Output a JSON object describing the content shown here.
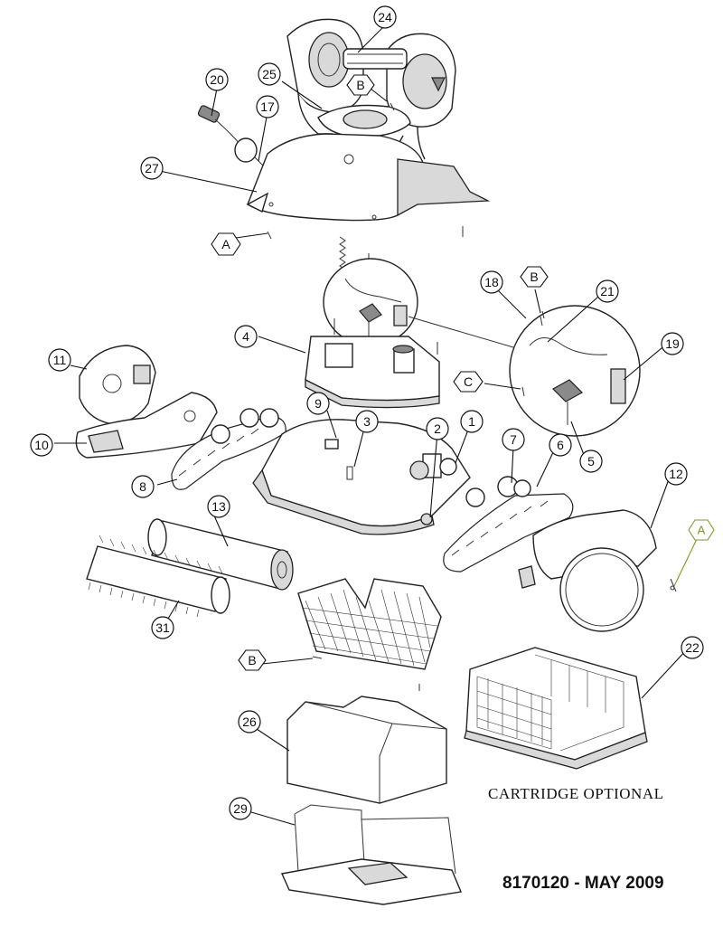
{
  "diagram": {
    "part_callouts": [
      "1",
      "2",
      "3",
      "4",
      "5",
      "6",
      "7",
      "8",
      "9",
      "10",
      "11",
      "12",
      "13",
      "17",
      "18",
      "19",
      "20",
      "21",
      "22",
      "24",
      "25",
      "26",
      "27",
      "29",
      "31"
    ],
    "hardware_callouts": [
      "A",
      "B",
      "C"
    ],
    "colors": {
      "ink": "#111111",
      "optional_callout": "#7a9a2a",
      "shading": "#d9d9d9"
    }
  },
  "labels": {
    "c24": "24",
    "c25": "25",
    "c20": "20",
    "c17": "17",
    "c27": "27",
    "c18": "18",
    "c21": "21",
    "c19": "19",
    "c4": "4",
    "c11": "11",
    "c10": "10",
    "c9": "9",
    "c3": "3",
    "c2": "2",
    "c1": "1",
    "c7": "7",
    "c6": "6",
    "c5": "5",
    "c12": "12",
    "c8": "8",
    "c13": "13",
    "c31": "31",
    "c22": "22",
    "c26": "26",
    "c29": "29",
    "hexA1": "A",
    "hexB1": "B",
    "hexB2": "B",
    "hexC": "C",
    "hexA2": "A",
    "hexB3": "B"
  },
  "notes": {
    "cartridge": "CARTRIDGE OPTIONAL",
    "document_code": "8170120 - MAY 2009"
  }
}
